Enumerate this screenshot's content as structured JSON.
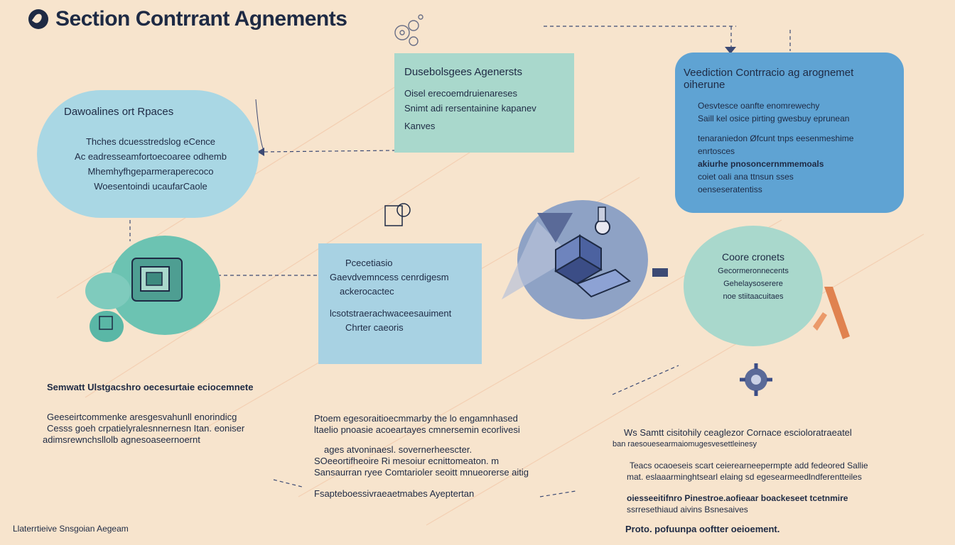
{
  "header": {
    "title": "Section Contrrant Agnements"
  },
  "left_box": {
    "heading": "Dawoalines ort Rpaces",
    "lines": [
      "Thches dcuesstredslog eCence",
      "Ac eadresseamfortoecoaree odhemb",
      "Mhemhyfhgeparmeraperecoco",
      "Woesentoindi ucaufarCaole"
    ]
  },
  "top_box": {
    "heading": "Dusebolsgees Agenersts",
    "lines": [
      "Oisel erecoemdruienareses",
      "Snimt adi rersentainine kapanev",
      "Kanves"
    ]
  },
  "right_box": {
    "heading": "Veediction Contrracio ag arognemet",
    "subheading": "oiherune",
    "lines": [
      "Oesvtesce oanfte enomrewechy",
      "Saill kel osice pirting gwesbuy eprunean",
      "tenaraniedon Øfcunt tnps eesenmeshime",
      "enrtosces",
      "akiurhe pnosoncernmmemoals",
      "coiet oali ana ttnsun sses",
      "oenseseratentiss"
    ],
    "bold_index": 4
  },
  "mid_box": {
    "lines": [
      "Pcecetiasio",
      "Gaevdvemncess cenrdigesm",
      "ackerocactec",
      "lcsotstraerachwaceesauiment",
      "Chrter caeoris"
    ]
  },
  "green_circle": {
    "heading": "Coore cronets",
    "lines": [
      "Gecormeronnecents",
      "Gehelaysoserere",
      "noe stiitaacuitaes"
    ]
  },
  "bottom_left": {
    "heading": "Semwatt Ulstgacshro oecesurtaie eciocemnete",
    "lines": [
      "Geeseirtcommenke aresgesvahunll enorindicg",
      "Cesss goeh crpatielyralesnnernesn Itan. eoniser",
      "adimsrewnchsllolb agnesoaseernoernt"
    ]
  },
  "bottom_mid": {
    "heading": "Ptoem egesoraitioecmmarby the lo engamnhased",
    "lines": [
      "ltaelio pnoasie acoeartayes cmnersemin ecorlivesi",
      "ages atvoninaesl. sovernerheescter.",
      "SOeeortifheoire Ri mesoiur ecnittomeaton. m",
      "Sansaurran ryee Comtarioler seoitt mnueorerse aitig",
      "Fsapteboessivraeaetmabes Ayeptertan"
    ]
  },
  "bottom_right": {
    "heading": "Ws Samtt cisitohily ceaglezor Cornace escioloratraeatel",
    "subline": "ban raesouesearmaiomugesvesettleinesy",
    "lines": [
      "Teacs ocaoeseis scart ceierearneepermpte add fedeored Sallie",
      "mat. eslaaarminghtsearl elaing sd egesearmeedlndferentteiles",
      "oiesseeitifnro Pinestroe.aofieaar boackeseet tcetnmire",
      "ssrresethiaud aivins Bsnesaives"
    ],
    "bold_index": 2,
    "footer": "Proto. pofuunpa ooftter oeioement."
  },
  "footer": {
    "text": "Llaterrtieive Snsgoian Aegeam"
  },
  "colors": {
    "background": "#f7e4cd",
    "light_blue": "#a9d7e4",
    "mint_green": "#a9d8cc",
    "deep_blue": "#5fa3d3",
    "ink": "#1e2a44"
  },
  "icons": [
    "logo-icon",
    "gear-cluster-icon",
    "device-icon",
    "isometric-structure-icon",
    "screen-blob-icon",
    "gear-icon",
    "orange-tool-icon"
  ]
}
